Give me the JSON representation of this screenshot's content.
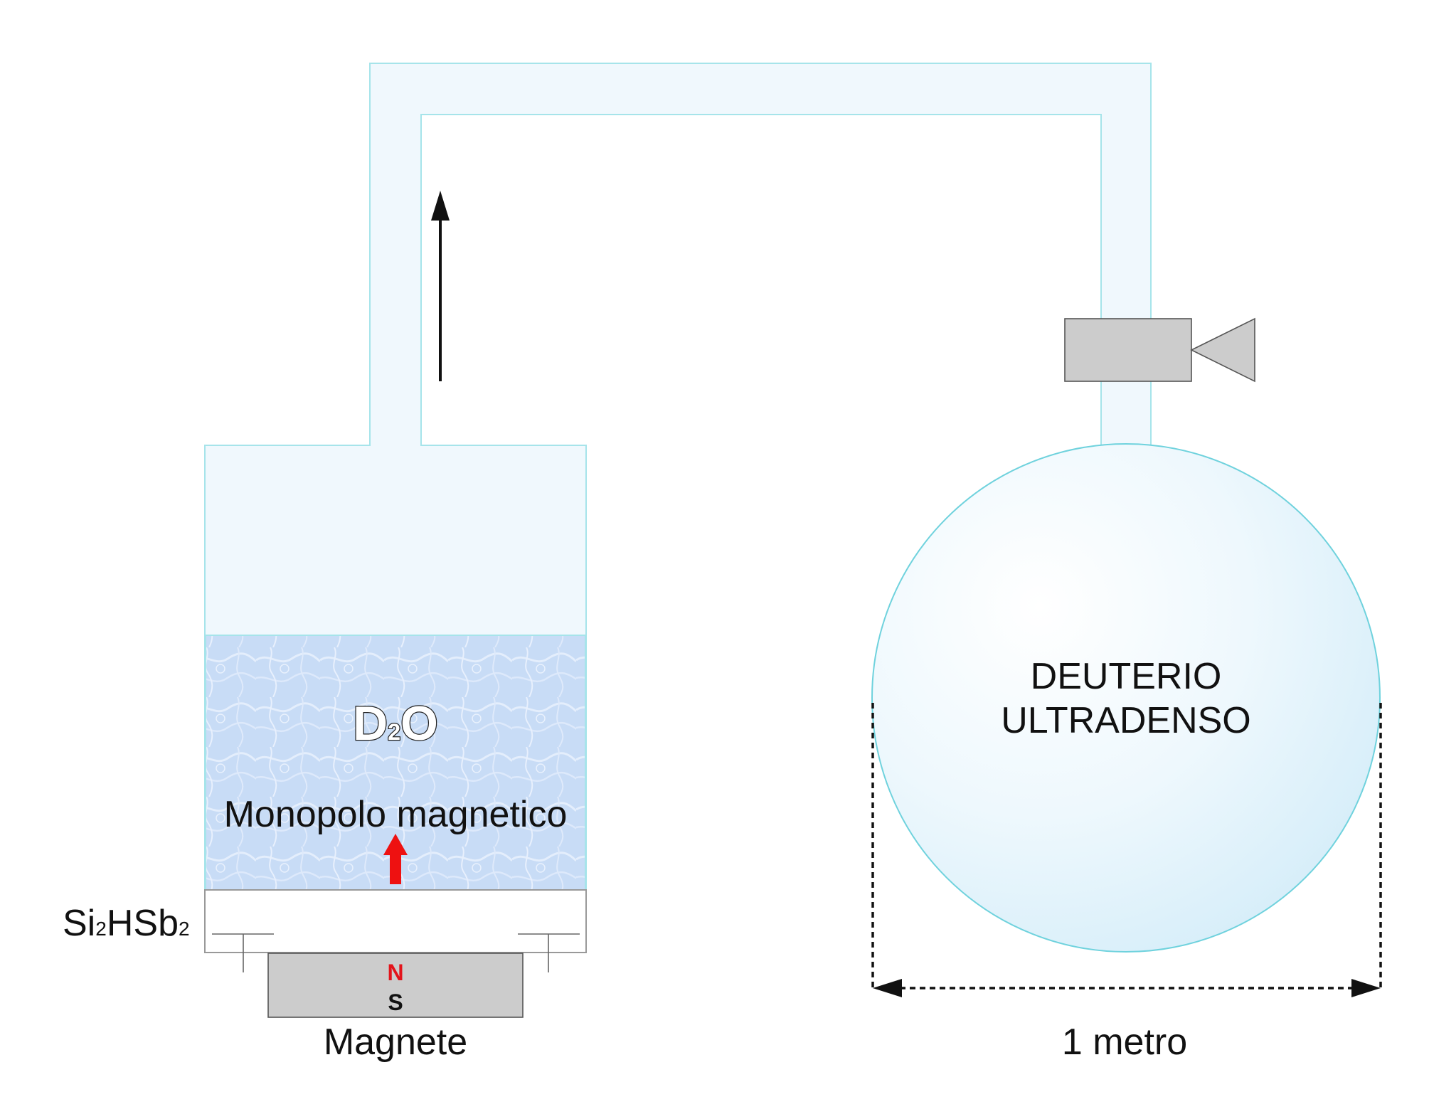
{
  "colors": {
    "tube_fill": "#f0f8fd",
    "tube_stroke": "#a6e4ea",
    "water_fill": "#c6dcf5",
    "sphere_fill": "#e6f4fb",
    "sphere_stroke": "#6fd2dd",
    "magnet_fill": "#cccccc",
    "valve_fill": "#cccccc",
    "north_pole": "#e3141b",
    "arrow_red": "#ee1111",
    "text": "#111111"
  },
  "labels": {
    "d2o_main": "D",
    "d2o_sub": "2",
    "d2o_end": "O",
    "monopole": "Monopolo magnetico",
    "substrate_main1": "Si",
    "substrate_sub1": "2",
    "substrate_main2": "HSb",
    "substrate_sub2": "2",
    "magnet_north": "N",
    "magnet_south": "S",
    "magnet": "Magnete",
    "sphere_line1": "DEUTERIO",
    "sphere_line2": "ULTRADENSO",
    "dimension": "1 metro"
  },
  "icons": {
    "flow_arrow": "arrow-up-icon",
    "monopole_arrow": "arrow-up-icon",
    "valve": "valve-icon"
  }
}
